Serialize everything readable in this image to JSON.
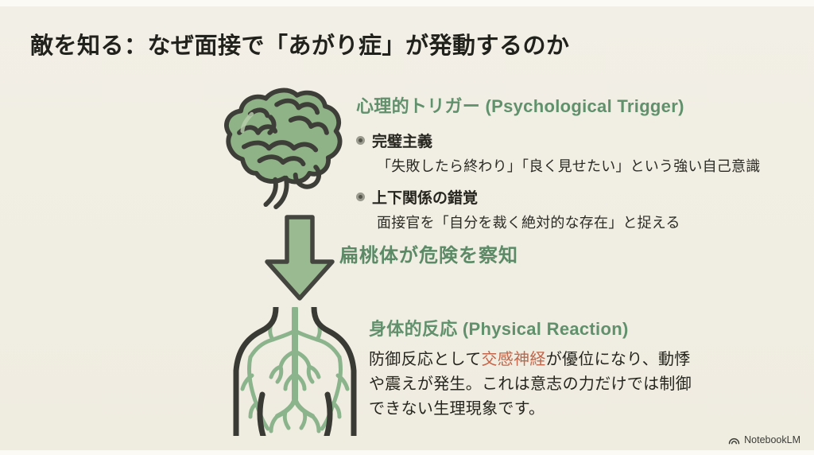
{
  "slide": {
    "title": "敵を知る：なぜ面接で「あがり症」が発動するのか",
    "psychological": {
      "heading": "心理的トリガー (Psychological Trigger)",
      "bullets": [
        {
          "title": "完璧主義",
          "desc": "「失敗したら終わり」「良く見せたい」という強い自己意識"
        },
        {
          "title": "上下関係の錯覚",
          "desc": "面接官を「自分を裁く絶対的な存在」と捉える"
        }
      ]
    },
    "arrow_label": "扁桃体が危険を察知",
    "physical": {
      "heading": "身体的反応 (Physical Reaction)",
      "body_before": "防御反応として",
      "body_highlight": "交感神経",
      "body_after": "が優位になり、動悸や震えが発生。これは意志の力だけでは制御できない生理現象です。"
    },
    "footer": {
      "brand": "NotebookLM"
    },
    "colors": {
      "background": "#f0ede1",
      "heading_green": "#61906c",
      "arrow_label_green": "#5c8a67",
      "accent_terracotta": "#c1664a",
      "text_dark": "#26261f",
      "illustration_fill_green": "#8fb287",
      "illustration_nerve_green": "#8cb48c",
      "illustration_outline": "#3e3e38"
    }
  }
}
